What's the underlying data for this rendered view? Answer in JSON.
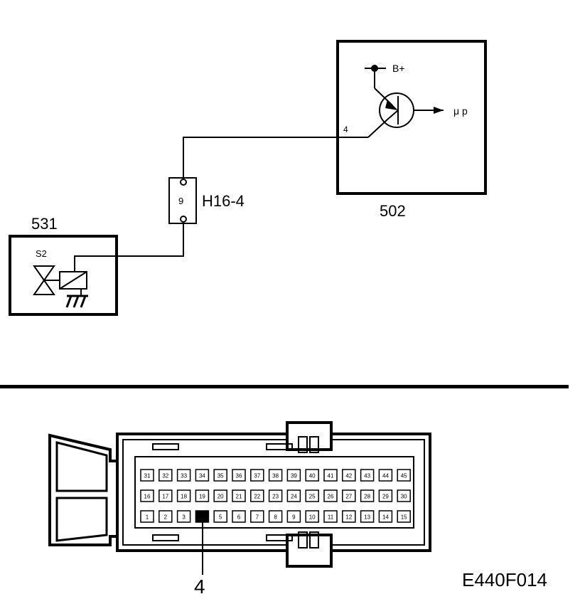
{
  "diagram": {
    "ecu": {
      "id": "502",
      "pin_label": "4",
      "supply_label": "B+",
      "sensor_label": "μ p"
    },
    "connector_block": {
      "id": "H16-4",
      "pin": "9"
    },
    "solenoid_unit": {
      "id": "531",
      "valve_label": "S2"
    },
    "connector": {
      "pin_rows": [
        [
          "31",
          "32",
          "33",
          "34",
          "35",
          "36",
          "37",
          "38",
          "39",
          "40",
          "41",
          "42",
          "43",
          "44",
          "45"
        ],
        [
          "16",
          "17",
          "18",
          "19",
          "20",
          "21",
          "22",
          "23",
          "24",
          "25",
          "26",
          "27",
          "28",
          "29",
          "30"
        ],
        [
          "1",
          "2",
          "3",
          "",
          "5",
          "6",
          "7",
          "8",
          "9",
          "10",
          "11",
          "12",
          "13",
          "14",
          "15"
        ]
      ],
      "highlighted_pin_callout": "4"
    },
    "figure_code": "E440F014"
  }
}
